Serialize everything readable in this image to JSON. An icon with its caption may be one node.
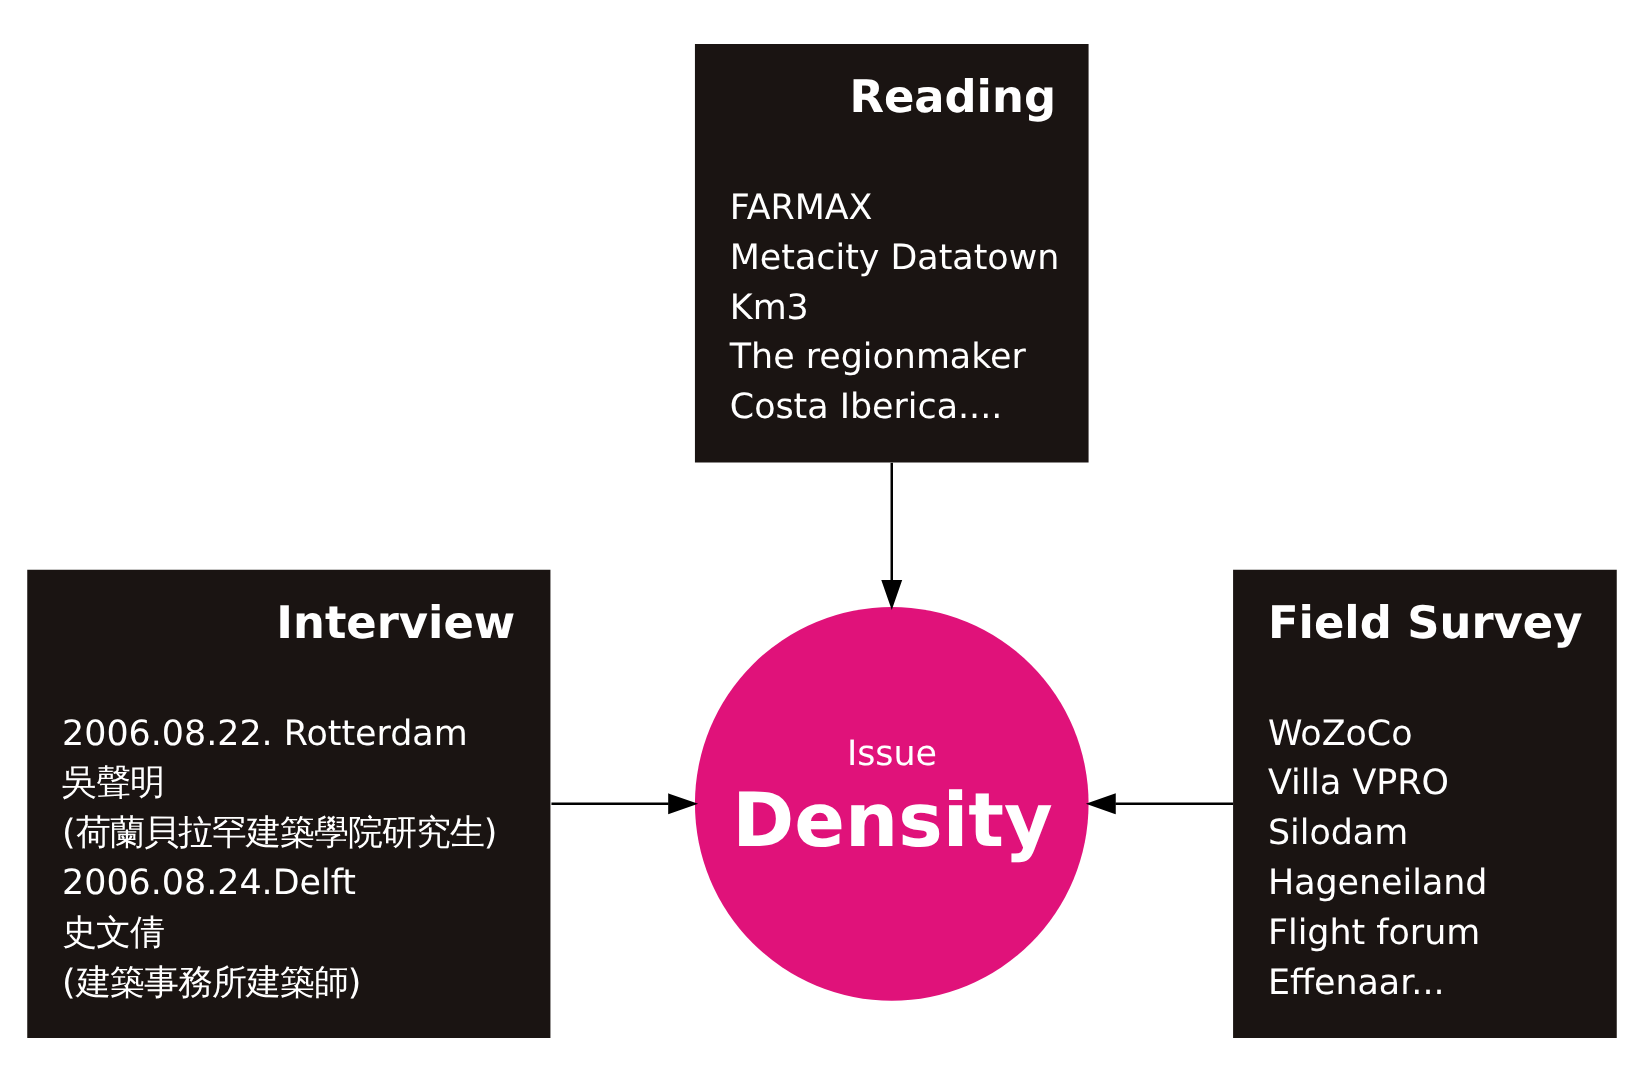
{
  "diagram": {
    "nodes": [
      {
        "text": [
          "Reading",
          "FARMAX",
          "Metacity Datatown",
          "Km3",
          "The regionmaker",
          "Costa Iberica...."
        ]
      },
      {
        "text": [
          "Interview",
          "2006.08.22. Rotterdam",
          "吳聲明",
          "(荷蘭貝拉罕建築學院研究生)",
          "2006.08.24.Delft",
          "史文倩",
          "(建築事務所建築師)"
        ]
      },
      {
        "text": [
          "Field Survey",
          "WoZoCo",
          "Villa VPRO",
          "Silodam",
          "Hageneiland",
          "Flight forum",
          "Effenaar..."
        ]
      },
      {
        "text": [
          "Issue",
          "Density"
        ]
      }
    ],
    "edges": [
      {
        "from": 0,
        "to": 3,
        "arrow": "to"
      },
      {
        "from": 1,
        "to": 3,
        "arrow": "to"
      },
      {
        "from": 2,
        "to": 3,
        "arrow": "to"
      }
    ]
  }
}
